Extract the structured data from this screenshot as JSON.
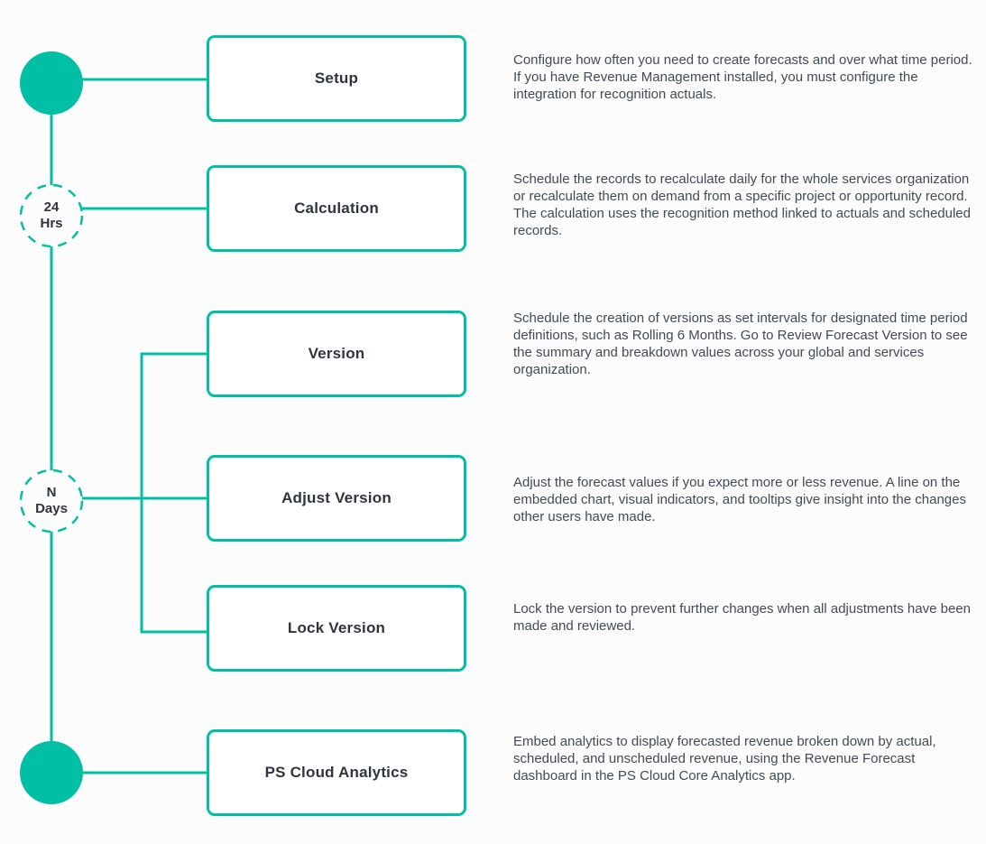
{
  "diagram": {
    "colors": {
      "accent": "#00bfa5",
      "label_text": "#2e3540",
      "description_text": "#414b55",
      "background": "#fcfcfc"
    },
    "milestones": [
      {
        "name": "start",
        "type": "filled-circle",
        "label": ""
      },
      {
        "name": "interval-24-hrs",
        "type": "dashed-circle",
        "label": "24\nHrs"
      },
      {
        "name": "interval-n-days",
        "type": "dashed-circle",
        "label": "N\nDays"
      },
      {
        "name": "end",
        "type": "filled-circle",
        "label": ""
      }
    ],
    "steps": [
      {
        "label": "Setup",
        "description": "Configure how often you need to create forecasts and over what time period. If you have Revenue Management installed, you must configure the integration for recognition actuals."
      },
      {
        "label": "Calculation",
        "description": "Schedule the records to recalculate daily for the whole services organization or recalculate them on demand from a specific project or opportunity record. The calculation uses the recognition method linked to actuals and scheduled records."
      },
      {
        "label": "Version",
        "description": "Schedule the creation of versions as set intervals for designated time period definitions, such as Rolling 6 Months. Go to Review Forecast Version to see the summary and breakdown values across your global and services organization."
      },
      {
        "label": "Adjust Version",
        "description": "Adjust the forecast values if you expect more or less revenue. A line on the embedded chart, visual indicators, and tooltips give insight into the changes other users have made."
      },
      {
        "label": "Lock Version",
        "description": "Lock the version to prevent further changes when all adjustments have been made and reviewed."
      },
      {
        "label": "PS Cloud Analytics",
        "description": "Embed analytics to display forecasted revenue broken down by actual, scheduled, and unscheduled revenue, using the Revenue Forecast dashboard in the PS Cloud Core Analytics app."
      }
    ]
  }
}
